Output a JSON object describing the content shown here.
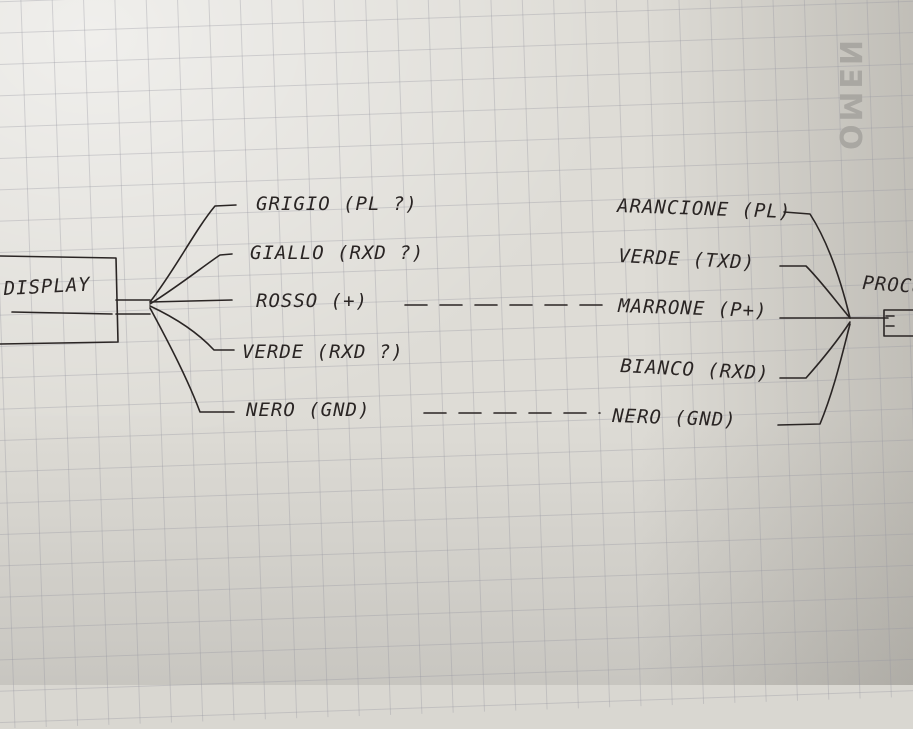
{
  "left_device": {
    "label": "DISPLAY"
  },
  "right_device": {
    "label": "PROCU"
  },
  "left_wires": [
    {
      "label": "GRIGIO (PL ?)"
    },
    {
      "label": "GIALLO (RXD ?)"
    },
    {
      "label": "ROSSO (+)"
    },
    {
      "label": "VERDE (RXD ?)"
    },
    {
      "label": "NERO (GND)"
    }
  ],
  "right_wires": [
    {
      "label": "ARANCIONE (PL)"
    },
    {
      "label": "VERDE (TXD)"
    },
    {
      "label": "MARRONE (P+)"
    },
    {
      "label": "BIANCO (RXD)"
    },
    {
      "label": "NERO (GND)"
    }
  ],
  "background_watermark": "OMEN",
  "colors": {
    "paper": "#dedcd6",
    "ink": "#2a2524",
    "grid": "#9696a0"
  }
}
